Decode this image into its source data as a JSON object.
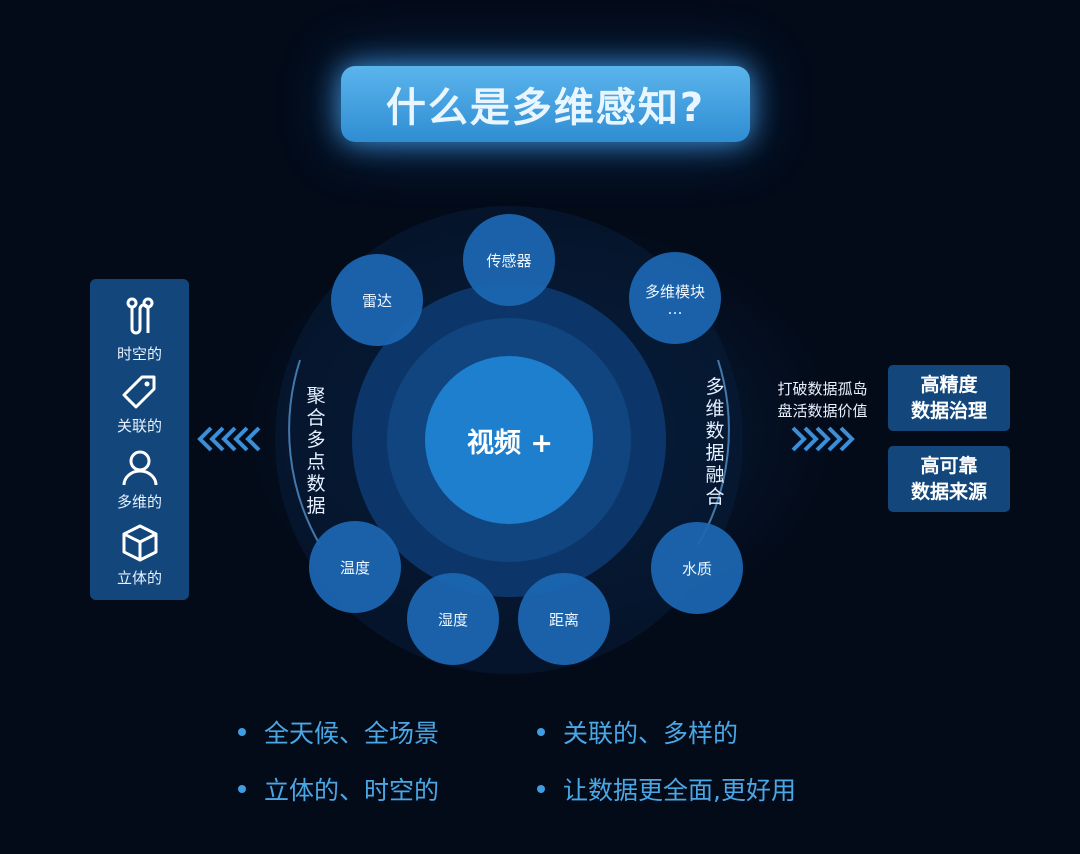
{
  "title": "什么是多维感知?",
  "left_panel": {
    "items": [
      {
        "icon": "timeline-icon",
        "label": "时空的"
      },
      {
        "icon": "tag-icon",
        "label": "关联的"
      },
      {
        "icon": "user-icon",
        "label": "多维的"
      },
      {
        "icon": "cube-icon",
        "label": "立体的"
      }
    ]
  },
  "center": {
    "label": "视频 +"
  },
  "arc_labels": {
    "left": "聚合多点数据",
    "right": "多维数据融合"
  },
  "satellites": [
    {
      "id": "sensor",
      "label": "传感器"
    },
    {
      "id": "radar",
      "label": "雷达"
    },
    {
      "id": "module",
      "label": "多维模块",
      "sub": "…"
    },
    {
      "id": "temp",
      "label": "温度"
    },
    {
      "id": "humidity",
      "label": "湿度"
    },
    {
      "id": "distance",
      "label": "距离"
    },
    {
      "id": "water",
      "label": "水质"
    }
  ],
  "side_note": {
    "line1": "打破数据孤岛",
    "line2": "盘活数据价值"
  },
  "right_boxes": [
    {
      "line1": "高精度",
      "line2": "数据治理"
    },
    {
      "line1": "高可靠",
      "line2": "数据来源"
    }
  ],
  "bullets": [
    "全天候、全场景",
    "关联的、多样的",
    "立体的、时空的",
    "让数据更全面,更好用"
  ],
  "colors": {
    "background": "#030b19",
    "accent": "#4aa7e6",
    "panel": "#13477c",
    "title_bg": "#3f9ee2"
  }
}
